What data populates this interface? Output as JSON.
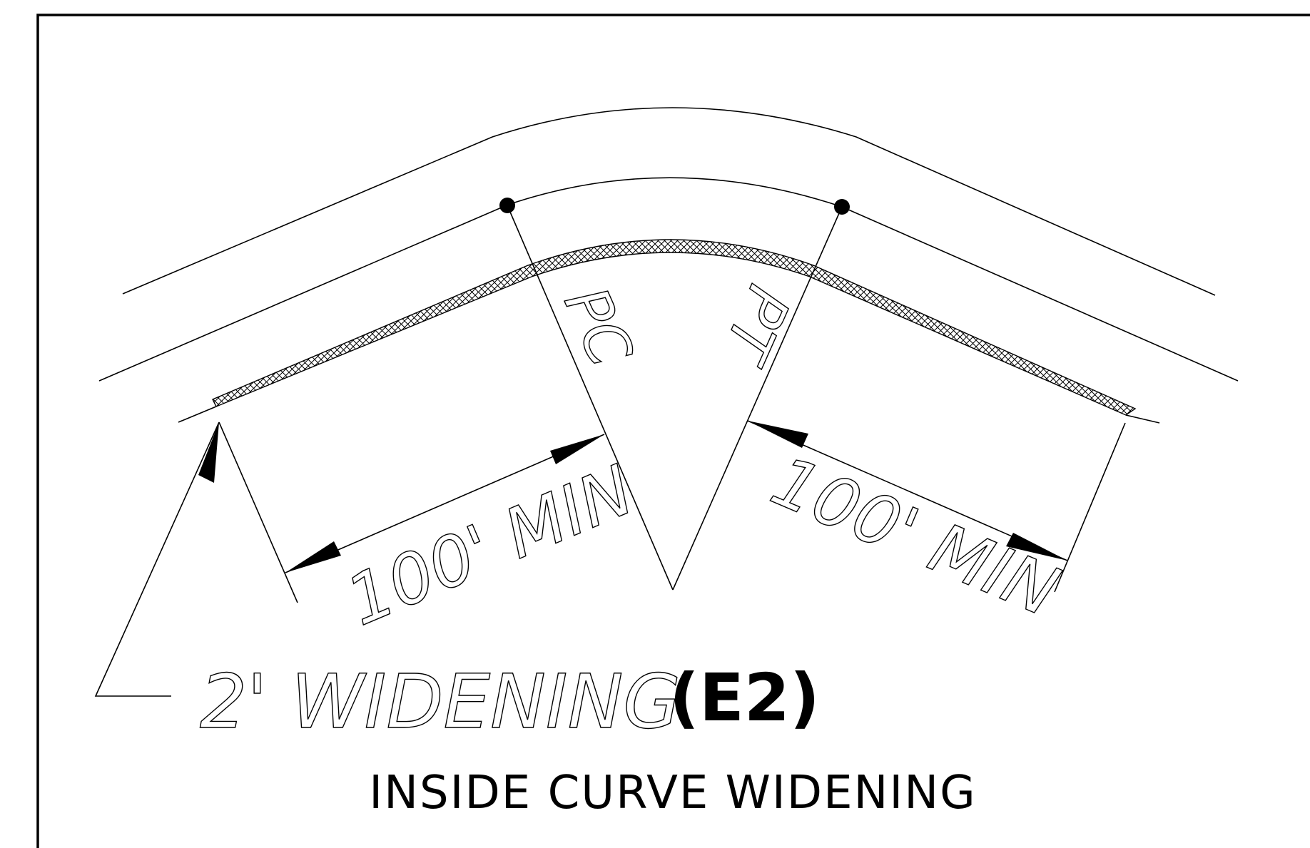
{
  "labels": {
    "pc": "PC",
    "pt": "PT",
    "dim_left": "100' MIN",
    "dim_right": "100' MIN",
    "widening": "2' WIDENING",
    "code": "(E2)",
    "title": "INSIDE CURVE WIDENING"
  }
}
